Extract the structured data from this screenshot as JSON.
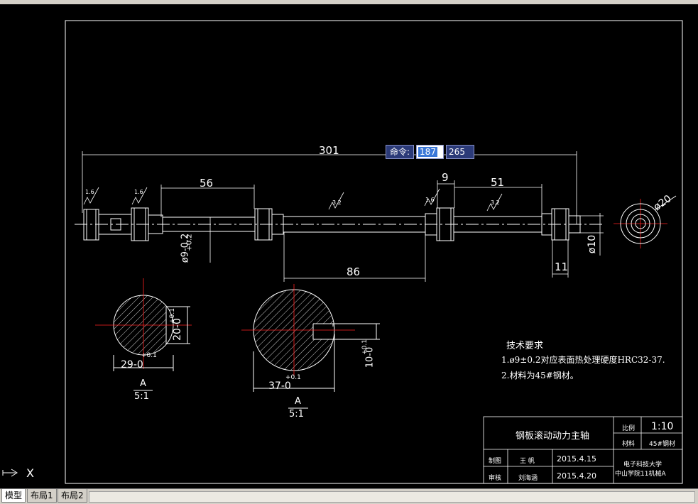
{
  "command": {
    "label": "命令:",
    "x_value": "187",
    "y_value": "265"
  },
  "dims": {
    "overall": "301",
    "d56": "56",
    "d9": "9",
    "d51": "51",
    "d86": "86",
    "d11": "11",
    "phi9": "ø9-0.2",
    "phi9_tol": "+0.2",
    "phi10": "ø10",
    "phi20": "ø20",
    "r16a": "1.6",
    "r16b": "1.6",
    "r16c": "1.6",
    "r32a": "3.2",
    "r32b": "3.2",
    "sec1_20": "20-0",
    "sec1_20tol": "+0.1",
    "sec1_29": "29-0",
    "sec1_29tol": "+0.1",
    "sec2_37": "37-0",
    "sec2_37tol": "+0.1",
    "sec2_10": "10-0",
    "sec2_10tol": "+0.1",
    "sec1_view": "A",
    "sec1_scale": "5:1",
    "sec2_view": "A",
    "sec2_scale": "5:1"
  },
  "notes": {
    "title": "技术要求",
    "line1": "1.ø9±0.2对应表面热处理硬度HRC32-37.",
    "line2": "2.材料为45#钢材。"
  },
  "titleblock": {
    "part_name": "钢板滚动动力主轴",
    "scale_label": "比例",
    "scale_value": "1:10",
    "material_label": "材料",
    "material_value": "45#钢材",
    "drawn_label": "制图",
    "drawn_name": "王 帆",
    "drawn_date": "2015.4.15",
    "review_label": "审核",
    "review_name": "刘海涵",
    "review_date": "2015.4.20",
    "school1": "电子科技大学",
    "school2": "中山学院11机械A"
  },
  "ucs": {
    "x_label": "X"
  },
  "tabs": [
    "模型",
    "布局1",
    "布局2"
  ],
  "colors": {
    "line": "#ffffff",
    "center": "#ff2020",
    "accent": "#2b3a78"
  }
}
